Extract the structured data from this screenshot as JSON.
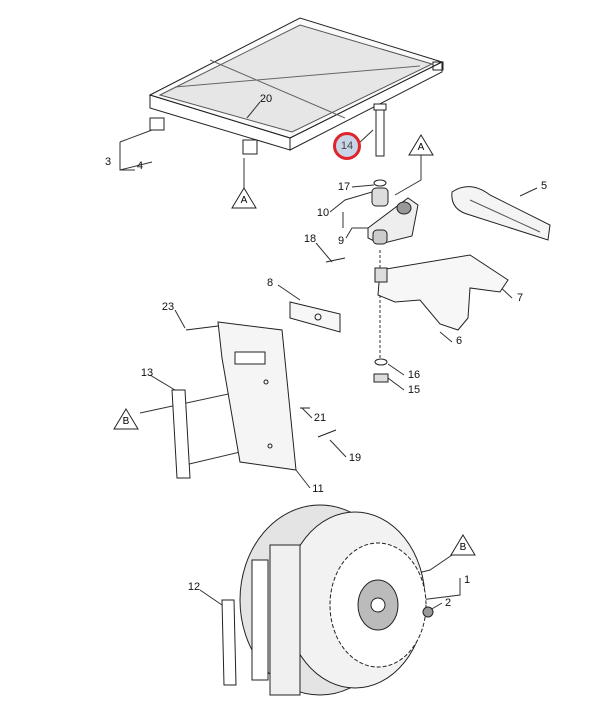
{
  "callouts": {
    "c1": "1",
    "c2": "2",
    "c3": "3",
    "c4": "4",
    "c5": "5",
    "c6": "6",
    "c7": "7",
    "c8": "8",
    "c9": "9",
    "c10": "10",
    "c11": "11",
    "c12": "12",
    "c13": "13",
    "c14": "14",
    "c15": "15",
    "c16": "16",
    "c17": "17",
    "c18": "18",
    "c19": "19",
    "c20": "20",
    "c21": "21",
    "c23": "23"
  },
  "refs": {
    "a": "A",
    "b": "B"
  },
  "highlight_color": "#e0242b"
}
